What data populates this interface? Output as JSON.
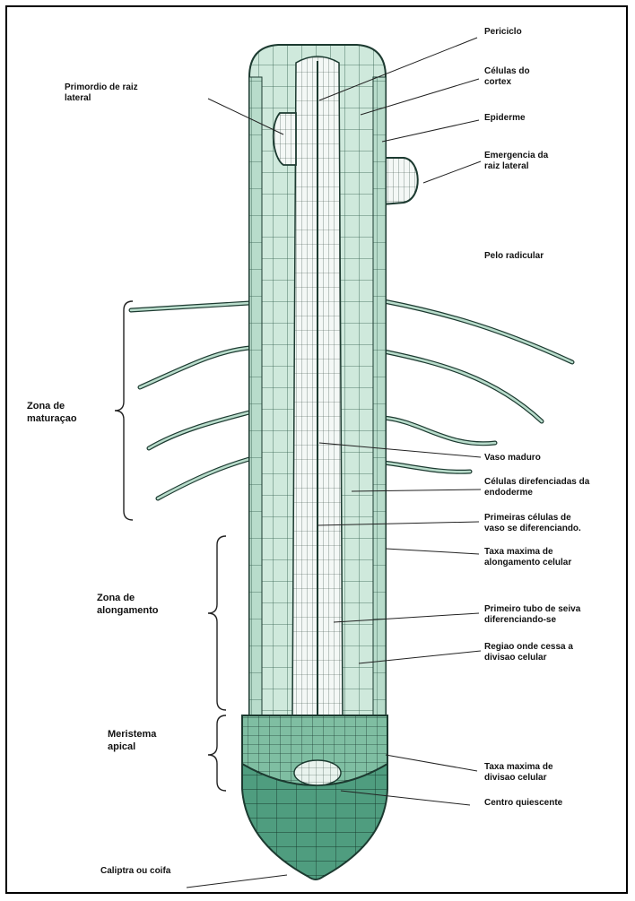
{
  "labels": {
    "periciclo": "Periciclo",
    "cortex": "Células do\ncortex",
    "primordio": "Primordio de raiz\nlateral",
    "epiderme": "Epiderme",
    "emergencia": "Emergencia da\nraiz lateral",
    "pelo": "Pelo radicular",
    "zona_maturacao": "Zona  de\nmaturaçao",
    "vaso_maduro": "Vaso maduro",
    "celulas_endoderme": "Células direfenciadas da\nendoderme",
    "primeiras_celulas": "Primeiras células de\nvaso se diferenciando.",
    "taxa_alongamento": "Taxa maxima de\nalongamento celular",
    "zona_alongamento": "Zona de\nalongamento",
    "primeiro_tubo": "Primeiro tubo de seiva\ndiferenciando-se",
    "regiao_cessa": "Regiao onde cessa a\ndivisao celular",
    "meristema": "Meristema\napical",
    "taxa_divisao": "Taxa maxima de\ndivisao celular",
    "centro_quiescente": "Centro quiescente",
    "caliptra": "Caliptra ou coifa"
  },
  "colors": {
    "cortex_fill": "#cfe9dc",
    "epidermis_fill": "#b8dccb",
    "stele_fill": "#f4f8f6",
    "cap_fill": "#4f9d7f",
    "meristem_fill": "#77b89b",
    "outline": "#1c3a30"
  }
}
